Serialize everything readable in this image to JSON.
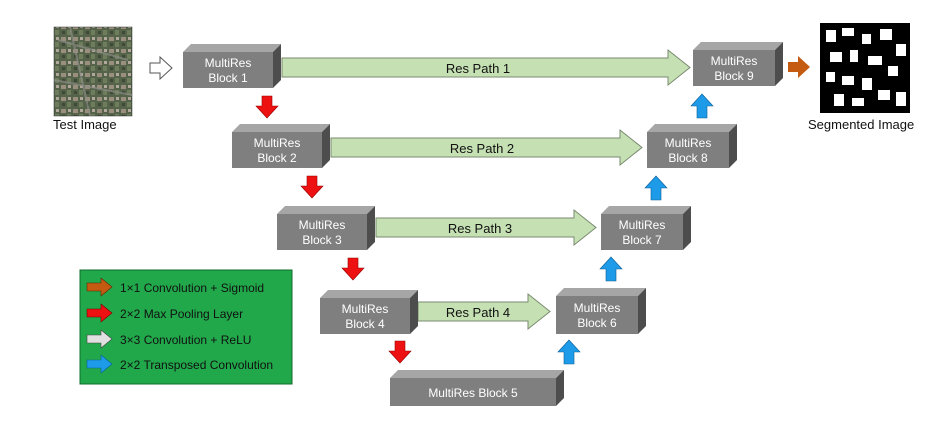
{
  "images": {
    "test_image_label": "Test Image",
    "segmented_image_label": "Segmented Image"
  },
  "blocks": {
    "b1": [
      "MultiRes",
      "Block 1"
    ],
    "b2": [
      "MultiRes",
      "Block 2"
    ],
    "b3": [
      "MultiRes",
      "Block 3"
    ],
    "b4": [
      "MultiRes",
      "Block 4"
    ],
    "b5": "MultiRes Block 5",
    "b6": [
      "MultiRes",
      "Block 6"
    ],
    "b7": [
      "MultiRes",
      "Block 7"
    ],
    "b8": [
      "MultiRes",
      "Block 8"
    ],
    "b9": [
      "MultiRes",
      "Block 9"
    ]
  },
  "res_paths": {
    "p1": "Res Path 1",
    "p2": "Res Path 2",
    "p3": "Res Path 3",
    "p4": "Res Path 4"
  },
  "legend": [
    {
      "label": "1×1 Convolution + Sigmoid",
      "color": "#c55a11"
    },
    {
      "label": "2×2 Max Pooling Layer",
      "color": "#ee1111"
    },
    {
      "label": "3×3 Convolution + ReLU",
      "color": "#e0e0e0"
    },
    {
      "label": "2×2 Transposed Convolution",
      "color": "#1e9be8"
    }
  ],
  "colors": {
    "block_front": "#7f7f7f",
    "block_top": "#a6a6a6",
    "block_side": "#4d4d4d",
    "res_path_fill": "#c5e0b3",
    "legend_bg": "#21a84a"
  }
}
